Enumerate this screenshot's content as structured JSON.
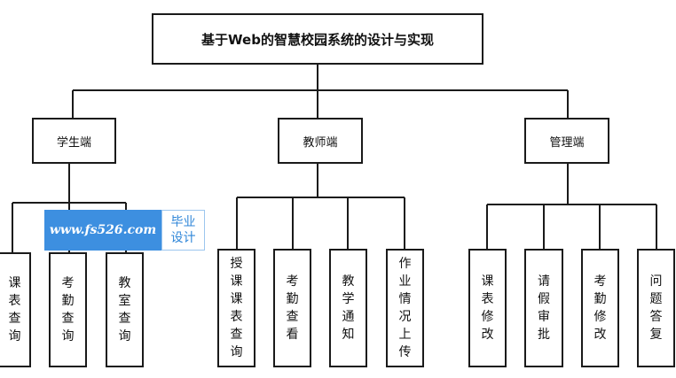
{
  "root": {
    "label": "基于Web的智慧校园系统的设计与实现"
  },
  "branches": [
    {
      "label": "学生端",
      "leaves": [
        "课表查询",
        "考勤查询",
        "教室查询"
      ]
    },
    {
      "label": "教师端",
      "leaves": [
        "授课课表查询",
        "考勤查看",
        "教学通知",
        "作业情况上传"
      ]
    },
    {
      "label": "管理端",
      "leaves": [
        "课表修改",
        "请假审批",
        "考勤修改",
        "问题答复"
      ]
    }
  ],
  "watermark": {
    "url": "www.fs526.com",
    "tag": "毕业设计"
  },
  "colors": {
    "line": "#1a1a1a",
    "watermark_bg": "#3d8fe0",
    "watermark_text": "#2f86d8"
  }
}
